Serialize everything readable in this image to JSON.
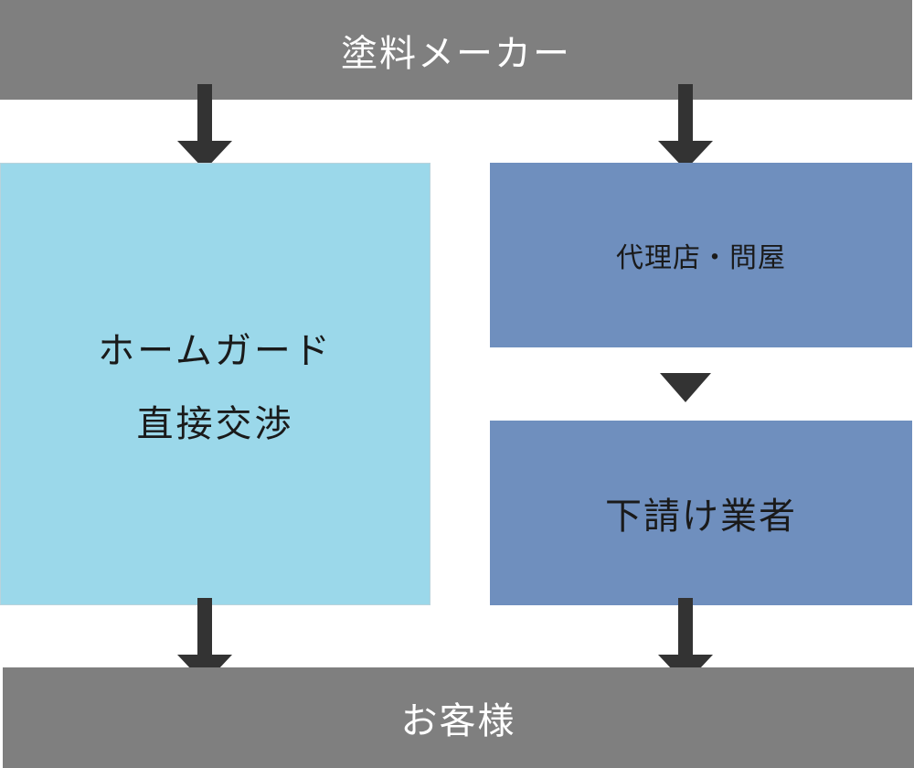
{
  "top_band": {
    "label": "塗料メーカー"
  },
  "direct_box": {
    "line1": "ホームガード",
    "line2": "直接交渉"
  },
  "agency_box": {
    "label": "代理店・問屋"
  },
  "subcontractor_box": {
    "label": "下請け業者"
  },
  "bottom_band": {
    "label": "お客様"
  },
  "colors": {
    "band": "#7f7f7f",
    "direct_box": "#9bd8ea",
    "agency_boxes": "#6f8fbe",
    "arrows": "#333333"
  }
}
